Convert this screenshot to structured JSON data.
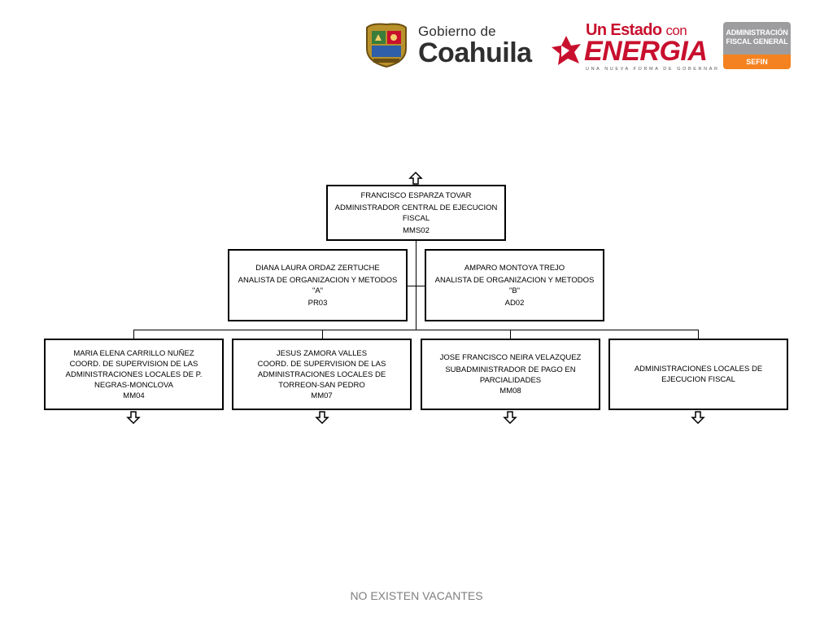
{
  "header": {
    "gobierno_line1": "Gobierno de",
    "gobierno_line2": "Coahuila",
    "slogan_part1": "Un Estado",
    "slogan_con": "con",
    "slogan_main": "ENERGIA",
    "slogan_sub": "UNA NUEVA FORMA DE GOBERNAR",
    "admin_line1": "ADMINISTRACIÓN",
    "admin_line2": "FISCAL GENERAL",
    "admin_tag": "SEFIN",
    "colors": {
      "red": "#c8102e",
      "gray": "#9d9d9f",
      "orange": "#f58220"
    }
  },
  "org": {
    "top": {
      "name": "FRANCISCO ESPARZA TOVAR",
      "title": "ADMINISTRADOR CENTRAL DE EJECUCION FISCAL",
      "code": "MMS02"
    },
    "staff": [
      {
        "name": "DIANA LAURA ORDAZ ZERTUCHE",
        "title": "ANALISTA DE ORGANIZACION Y METODOS \"A\"",
        "code": "PR03"
      },
      {
        "name": "AMPARO MONTOYA TREJO",
        "title": "ANALISTA DE ORGANIZACION Y METODOS \"B\"",
        "code": "AD02"
      }
    ],
    "subordinates": [
      {
        "name": "MARIA ELENA CARRILLO NUÑEZ",
        "title": "COORD. DE SUPERVISION DE LAS ADMINISTRACIONES LOCALES DE P. NEGRAS-MONCLOVA",
        "code": "MM04"
      },
      {
        "name": "JESUS ZAMORA VALLES",
        "title": "COORD. DE SUPERVISION DE LAS ADMINISTRACIONES LOCALES DE TORREON-SAN PEDRO",
        "code": "MM07"
      },
      {
        "name": "JOSE FRANCISCO NEIRA VELAZQUEZ",
        "title": "SUBADMINISTRADOR DE PAGO EN PARCIALIDADES",
        "code": "MM08"
      },
      {
        "name": "",
        "title": "ADMINISTRACIONES LOCALES DE EJECUCION FISCAL",
        "code": ""
      }
    ]
  },
  "footer": {
    "note": "NO EXISTEN VACANTES"
  }
}
